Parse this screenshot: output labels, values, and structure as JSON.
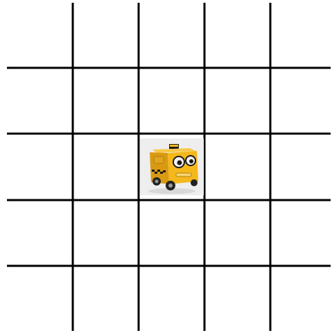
{
  "grid": {
    "rows": 5,
    "columns": 5,
    "line_color": "#000000",
    "background": "#ffffff"
  },
  "robot": {
    "icon": "taxi-robot-icon",
    "cell": {
      "row": 3,
      "column": 3
    },
    "colors": {
      "body": "#f5b81c",
      "body_shadow": "#d99a12",
      "checker": "#1a1a1a",
      "eye_white": "#f2f2f2",
      "pupil": "#1a1a1a",
      "wheel": "#222222",
      "hub": "#9a9a9a",
      "backdrop": "#eeeeee"
    }
  }
}
